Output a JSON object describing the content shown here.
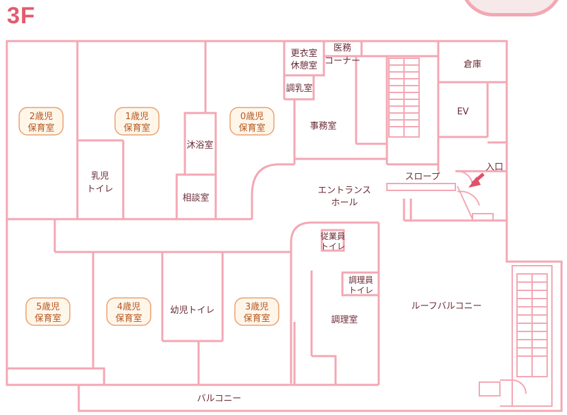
{
  "floor_label": "3F",
  "accent_color": "#f3a7b3",
  "arrow_color": "#e0506a",
  "rooms": {
    "nursery_2": [
      "2歳児",
      "保育室"
    ],
    "nursery_1": [
      "1歳児",
      "保育室"
    ],
    "nursery_0": [
      "0歳児",
      "保育室"
    ],
    "nursery_5": [
      "5歳児",
      "保育室"
    ],
    "nursery_4": [
      "4歳児",
      "保育室"
    ],
    "nursery_3": [
      "3歳児",
      "保育室"
    ],
    "changing_rest": [
      "更衣室",
      "休憩室"
    ],
    "medical_corner": [
      "医務",
      "コーナー"
    ],
    "formula_room": "調乳室",
    "office": "事務室",
    "bath_room": "沐浴室",
    "infant_toilet": [
      "乳児",
      "トイレ"
    ],
    "consultation": "相談室",
    "storage": "倉庫",
    "elevator": "EV",
    "slope": "スロープ",
    "entrance": "入口",
    "entrance_hall": [
      "エントランス",
      "ホール"
    ],
    "staff_toilet": [
      "従業員",
      "トイレ"
    ],
    "cook_toilet": [
      "調理員",
      "トイレ"
    ],
    "kids_toilet": "幼児トイレ",
    "kitchen": "調理室",
    "roof_balcony": "ルーフバルコニー",
    "balcony": "バルコニー"
  }
}
